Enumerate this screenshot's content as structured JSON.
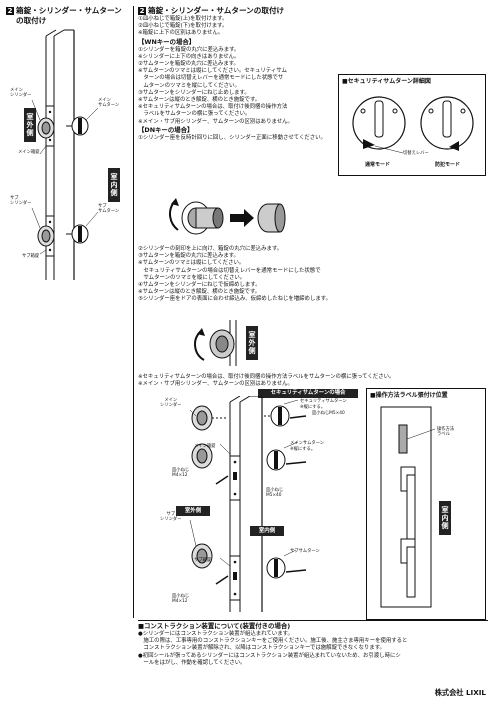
{
  "left": {
    "badge": "2",
    "title_line1": "箱錠・シリンダー・サムターン",
    "title_line2": "の取付け",
    "labels": {
      "main_cylinder": "メイン\nシリンダー",
      "main_thumbturn": "メイン\nサムターン",
      "main_lock": "メイン箱錠",
      "outdoor": "室外側",
      "indoor": "室内側",
      "sub_cylinder": "サブ\nシリンダー",
      "sub_thumbturn": "サブ\nサムターン",
      "sub_lock": "サブ箱錠"
    }
  },
  "right": {
    "badge": "2",
    "title": "箱錠・シリンダー・サムターンの取付け",
    "intro": [
      "①皿小ねじで箱錠(上)を取付けます。",
      "②皿小ねじで箱錠(下)を取付けます。",
      "※箱錠に上下の区別はありません。"
    ],
    "wn_heading": "【WNキーの場合】",
    "wn_lines": [
      "①シリンダーを箱錠の丸穴に差込みます。",
      "※シリンダーに上下の向きはありません。",
      "②サムターンを箱錠の丸穴に差込みます。",
      "※サムターンのツマミは縦にしてください。セキュリティサム",
      "　ターンの場合は切替えレバーを通常モードにした状態でサ",
      "　ムターンのツマミを縦にしてください。",
      "③サムターンをシリンダーにねじ止めします。",
      "※サムターンは縦のとき解錠、横のとき施錠です。",
      "※セキュリティサムターンの場合は、取付け後同梱の操作方法",
      "　ラベルをサムターンの横に張ってください。",
      "※メイン・サブ用シリンダー、サムターンの区別はありません。"
    ],
    "dn_heading": "【DNキーの場合】",
    "dn_line1": "①シリンダー座を反時計回りに回し、シリンダー正面に移動させてください。",
    "dn_lines": [
      "②シリンダーの刻印を上に向け、箱錠の丸穴に差込みます。",
      "③サムターンを箱錠の丸穴に差込みます。",
      "※サムターンのツマミは縦にしてください。",
      "　セキュリティサムターンの場合は切替えレバーを通常モードにした状態で",
      "　サムターンのツマミを縦にしてください。",
      "④サムターンをシリンダーにねじで仮締めします。",
      "※サムターンは縦のとき解錠、横のとき施錠です。",
      "⑤シリンダー座をドアの表面に合わせ締込み、仮締めしたねじを増締めします。"
    ],
    "dn_indoor": "室外側",
    "notes": [
      "※セキュリティサムターンの場合は、取付け後同梱の操作方法ラベルをサムターンの横に張ってください。",
      "※メイン・サブ用シリンダー、サムターンの区別はありません。"
    ]
  },
  "security_box": {
    "title": "■セキュリティサムターン詳細図",
    "lever": "切替えレバー",
    "normal": "通常モード",
    "crime": "防犯モード"
  },
  "assembly": {
    "banner": "セキュリティサムターンの場合",
    "labels": {
      "main_cylinder": "メイン\nシリンダー",
      "security_tt": "セキュリティサムターン",
      "security_tt_note": "※縦にする。",
      "screw_m5_top": "皿小ねじM5×40",
      "main_lock": "メイン箱錠",
      "main_tt": "メインサムターン",
      "main_tt_note": "※縦にする。",
      "screw_m4_top": "皿小ねじ\nM4×12",
      "screw_m5_mid": "皿小ねじ\nM5×40",
      "outdoor": "室外側",
      "indoor": "室内側",
      "sub_cylinder": "サブ\nシリンダー",
      "sub_tt": "サブサムターン",
      "sub_lock": "サブ箱錠",
      "screw_m4_bottom": "皿小ねじ\nM4×12"
    }
  },
  "label_box": {
    "title": "■操作方法ラベル張付け位置",
    "label_name": "操作方法\nラベル",
    "indoor": "室内側"
  },
  "construction": {
    "title": "■コンストラクション装置について(装置付きの場合)",
    "lines": [
      "●シリンダーにはコンストラクション装置が組込まれています。",
      "　施工の際は、工事専用のコンストラクションキーをご使用ください。施工後、施主さま専用キーを使用すると",
      "　コンストラクション装置が解除され、以降はコンストラクションキーでは施解錠できなくなります。",
      "●初回シールが張ってあるシリンダーにはコンストラクション装置が組込まれていないため、お引渡し時にシ",
      "　ールをはがし、作動を確認してください。"
    ]
  },
  "footer": {
    "company": "株式会社 LIXIL"
  }
}
